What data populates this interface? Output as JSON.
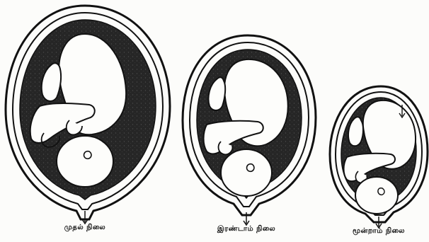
{
  "stages": [
    {
      "caption": "முதல் நிலை"
    },
    {
      "caption": "இரண்டாம் நிலை"
    },
    {
      "caption": "மூன்றாம் நிலை"
    }
  ],
  "colors": {
    "ink": "#111111",
    "paper": "#fcfcfa",
    "uterus_fill": "#262626",
    "fetus_fill": "#fdfdfb"
  }
}
